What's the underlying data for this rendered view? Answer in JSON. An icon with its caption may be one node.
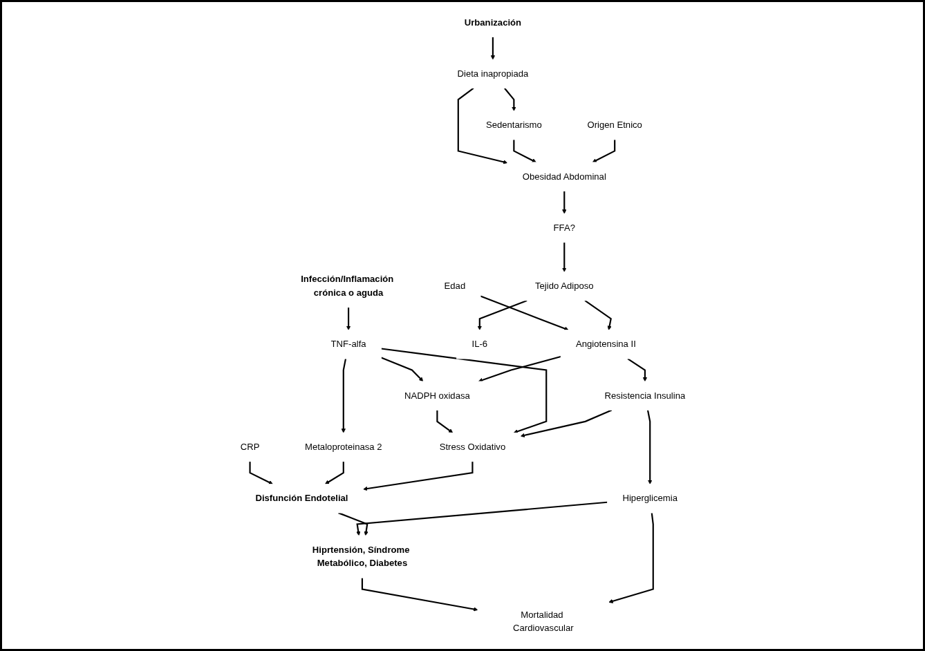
{
  "diagram": {
    "nodes": [
      {
        "text": [
          "Sedentarismo"
        ]
      },
      {
        "text": [
          "Dieta inapropiada"
        ]
      },
      {
        "text": [
          "Urbanización"
        ]
      },
      {
        "text": [
          "Obesidad Abdominal"
        ]
      },
      {
        "text": [
          "Origen Etnico"
        ]
      },
      {
        "text": [
          "Edad"
        ]
      },
      {
        "text": [
          "FFA?"
        ]
      },
      {
        "text": [
          "Angiotensina II"
        ]
      },
      {
        "text": [
          "Tejido Adiposo"
        ]
      },
      {
        "text": [
          "IL-6"
        ]
      },
      {
        "text": [
          "NADPH oxidasa"
        ]
      },
      {
        "text": [
          "TNF-alfa"
        ]
      },
      {
        "text": [
          "Infección/Inflamación crónica o aguda"
        ]
      },
      {
        "text": [
          "CRP"
        ]
      },
      {
        "text": [
          "Metaloproteinasa 2"
        ]
      },
      {
        "text": [
          "Resistencia Insulina"
        ]
      },
      {
        "text": [
          "Stress Oxidativo"
        ]
      },
      {
        "text": [
          "Disfunción Endotelial"
        ]
      },
      {
        "text": [
          "Hiperglicemia"
        ]
      },
      {
        "text": [
          "Hiprtensión, Síndrome Metabólico, Diabetes"
        ]
      },
      {
        "text": [
          "Mortalidad Cardiovascular"
        ]
      }
    ],
    "edges": [
      {
        "from": 1,
        "to": 0,
        "arrow": "to"
      },
      {
        "from": 2,
        "to": 1,
        "arrow": "to"
      },
      {
        "from": 1,
        "to": 3,
        "arrow": "to"
      },
      {
        "from": 0,
        "to": 3,
        "arrow": "to"
      },
      {
        "from": 4,
        "to": 3,
        "arrow": "to"
      },
      {
        "from": 3,
        "to": 6,
        "arrow": "to"
      },
      {
        "from": 5,
        "to": 7,
        "arrow": "to"
      },
      {
        "from": 6,
        "to": 8,
        "arrow": "to"
      },
      {
        "from": 8,
        "to": 7,
        "arrow": "to"
      },
      {
        "from": 8,
        "to": 9,
        "arrow": "to"
      },
      {
        "from": 12,
        "to": 11,
        "arrow": "to"
      },
      {
        "from": 11,
        "to": 10,
        "arrow": "to"
      },
      {
        "from": 7,
        "to": 10,
        "arrow": "to"
      },
      {
        "from": 7,
        "to": 15,
        "arrow": "to"
      },
      {
        "from": 10,
        "to": 16,
        "arrow": "to"
      },
      {
        "from": 11,
        "to": 16,
        "arrow": "to"
      },
      {
        "from": 11,
        "to": 14,
        "arrow": "to"
      },
      {
        "from": 13,
        "to": 17,
        "arrow": "to"
      },
      {
        "from": 14,
        "to": 17,
        "arrow": "to"
      },
      {
        "from": 15,
        "to": 16,
        "arrow": "to"
      },
      {
        "from": 16,
        "to": 17,
        "arrow": "to"
      },
      {
        "from": 15,
        "to": 18,
        "arrow": "to"
      },
      {
        "from": 18,
        "to": 19,
        "arrow": "to"
      },
      {
        "from": 17,
        "to": 19,
        "arrow": "to"
      },
      {
        "from": 19,
        "to": 20,
        "arrow": "to"
      },
      {
        "from": 18,
        "to": 20,
        "arrow": "to"
      }
    ]
  }
}
